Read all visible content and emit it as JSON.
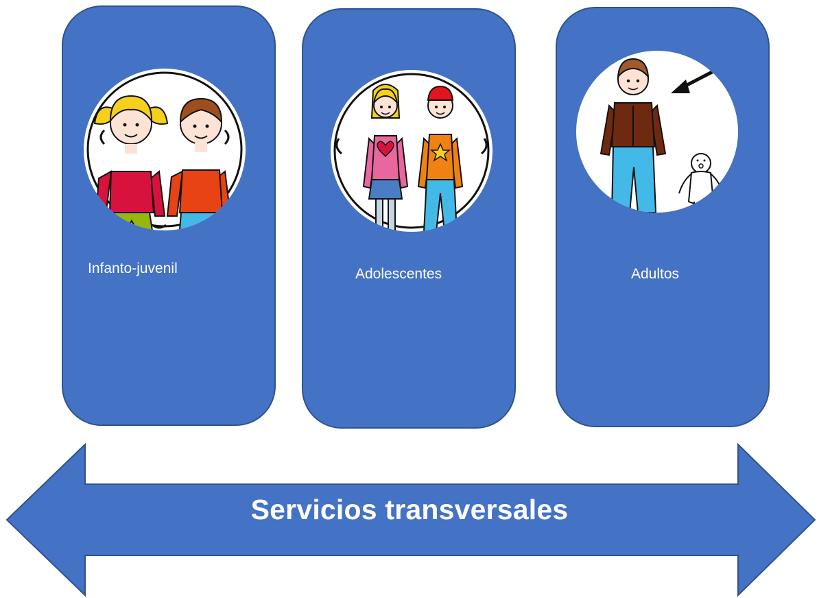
{
  "categories": [
    {
      "label": "Infanto-juvenil",
      "icon": "children-icon"
    },
    {
      "label": "Adolescentes",
      "icon": "teenagers-icon"
    },
    {
      "label": "Adultos",
      "icon": "adult-icon"
    }
  ],
  "arrow": {
    "label": "Servicios transversales",
    "icon": "double-arrow-icon"
  },
  "colors": {
    "card_fill": "#4472C4",
    "card_border": "#2F528F",
    "text": "#FFFFFF",
    "background": "#FFFFFF"
  }
}
